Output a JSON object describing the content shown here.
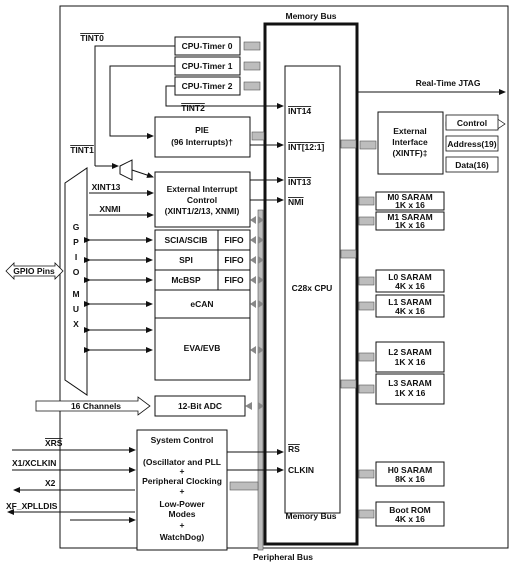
{
  "buses": {
    "memory_bus_top": "Memory Bus",
    "memory_bus_bottom": "Memory Bus",
    "peripheral_bus": "Peripheral Bus"
  },
  "timers": [
    "CPU-Timer 0",
    "CPU-Timer 1",
    "CPU-Timer 2"
  ],
  "pie": {
    "line1": "PIE",
    "line2": "(96 Interrupts)†"
  },
  "ext_interrupt": {
    "line1": "External Interrupt",
    "line2": "Control",
    "line3": "(XINT1/2/13, XNMI)"
  },
  "serial": [
    {
      "name": "SCIA/SCIB",
      "fifo": "FIFO"
    },
    {
      "name": "SPI",
      "fifo": "FIFO"
    },
    {
      "name": "McBSP",
      "fifo": "FIFO"
    }
  ],
  "ecan": "eCAN",
  "eva": "EVA/EVB",
  "adc": {
    "label": "12-Bit ADC",
    "channels": "16 Channels"
  },
  "gpio": {
    "letters": [
      "G",
      "P",
      "I",
      "O",
      "",
      "M",
      "U",
      "X"
    ],
    "pins": "GPIO Pins"
  },
  "system_control": {
    "title": "System Control",
    "lines": [
      "(Oscillator and  PLL",
      "+",
      "Peripheral Clocking",
      "+",
      "Low-Power",
      "Modes",
      "+",
      "WatchDog)"
    ]
  },
  "signals": {
    "tint0": "TINT0",
    "tint1": "TINT1",
    "tint2": "TINT2",
    "xint13": "XINT13",
    "xnmi": "XNMI",
    "int14": "INT14",
    "int_12_1": "INT[12:1]",
    "int13": "INT13",
    "nmi": "NMI",
    "rs": "RS",
    "clkin": "CLKIN",
    "xrs": "XRS",
    "x1": "X1/XCLKIN",
    "x2": "X2",
    "xf": "XF_XPLLDIS"
  },
  "cpu": "C28x CPU",
  "jtag": "Real-Time JTAG",
  "xintf": {
    "line1": "External",
    "line2": "Interface",
    "line3": "(XINTF)‡"
  },
  "xintf_signals": [
    "Control",
    "Address(19)",
    "Data(16)"
  ],
  "memories": [
    {
      "name": "M0 SARAM",
      "size": "1K x 16"
    },
    {
      "name": "M1 SARAM",
      "size": "1K x 16"
    },
    {
      "name": "L0 SARAM",
      "size": "4K x 16"
    },
    {
      "name": "L1 SARAM",
      "size": "4K x 16"
    },
    {
      "name": "L2 SARAM",
      "size": "1K X 16"
    },
    {
      "name": "L3 SARAM",
      "size": "1K X 16"
    },
    {
      "name": "H0 SARAM",
      "size": "8K x 16"
    },
    {
      "name": "Boot ROM",
      "size": "4K x 16"
    }
  ]
}
